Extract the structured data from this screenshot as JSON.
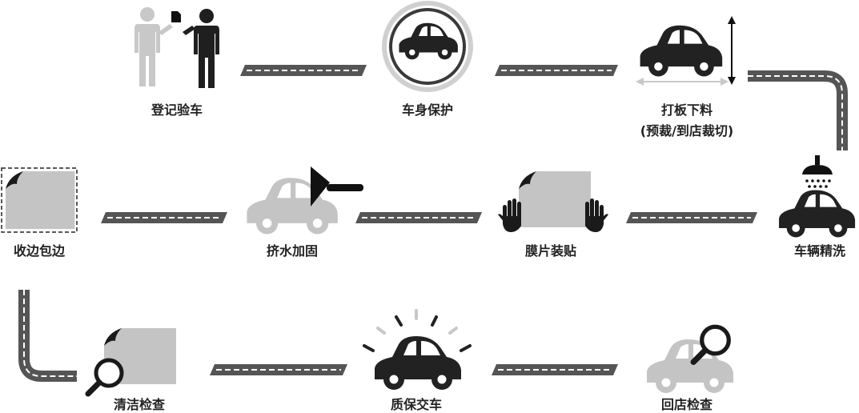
{
  "steps": [
    {
      "label": "登记验车",
      "icon": "people-registration-icon"
    },
    {
      "label": "车身保护",
      "icon": "car-in-circle-icon"
    },
    {
      "label": "打板下料",
      "sublabel": "(预裁/到店裁切)",
      "icon": "car-measure-icon"
    },
    {
      "label": "车辆精洗",
      "icon": "car-wash-icon"
    },
    {
      "label": "膜片装贴",
      "icon": "film-hands-icon"
    },
    {
      "label": "挤水加固",
      "icon": "car-squeegee-icon"
    },
    {
      "label": "收边包边",
      "icon": "film-edge-icon"
    },
    {
      "label": "清洁检查",
      "icon": "film-magnifier-icon"
    },
    {
      "label": "质保交车",
      "icon": "car-shine-icon"
    },
    {
      "label": "回店检查",
      "icon": "car-magnifier-icon"
    }
  ],
  "colors": {
    "dark": "#222222",
    "gray": "#c4c4c4",
    "road": "#555555",
    "dash": "#ffffff"
  }
}
